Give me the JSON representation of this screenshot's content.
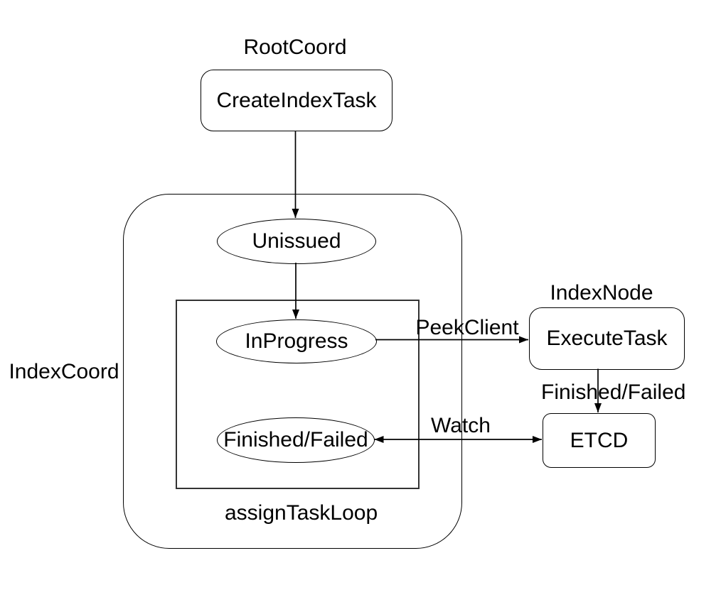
{
  "canvas": {
    "background_color": "#ffffff",
    "stroke_color": "#000000",
    "text_color": "#000000"
  },
  "group_labels": {
    "root_coord": "RootCoord",
    "index_coord": "IndexCoord",
    "index_node": "IndexNode",
    "assign_task_loop": "assignTaskLoop"
  },
  "nodes": {
    "create_index_task": "CreateIndexTask",
    "unissued": "Unissued",
    "in_progress": "InProgress",
    "finished_failed": "Finished/Failed",
    "execute_task": "ExecuteTask",
    "etcd": "ETCD"
  },
  "edge_labels": {
    "peek_client": "PeekClient",
    "finished_failed": "Finished/Failed",
    "watch": "Watch"
  }
}
